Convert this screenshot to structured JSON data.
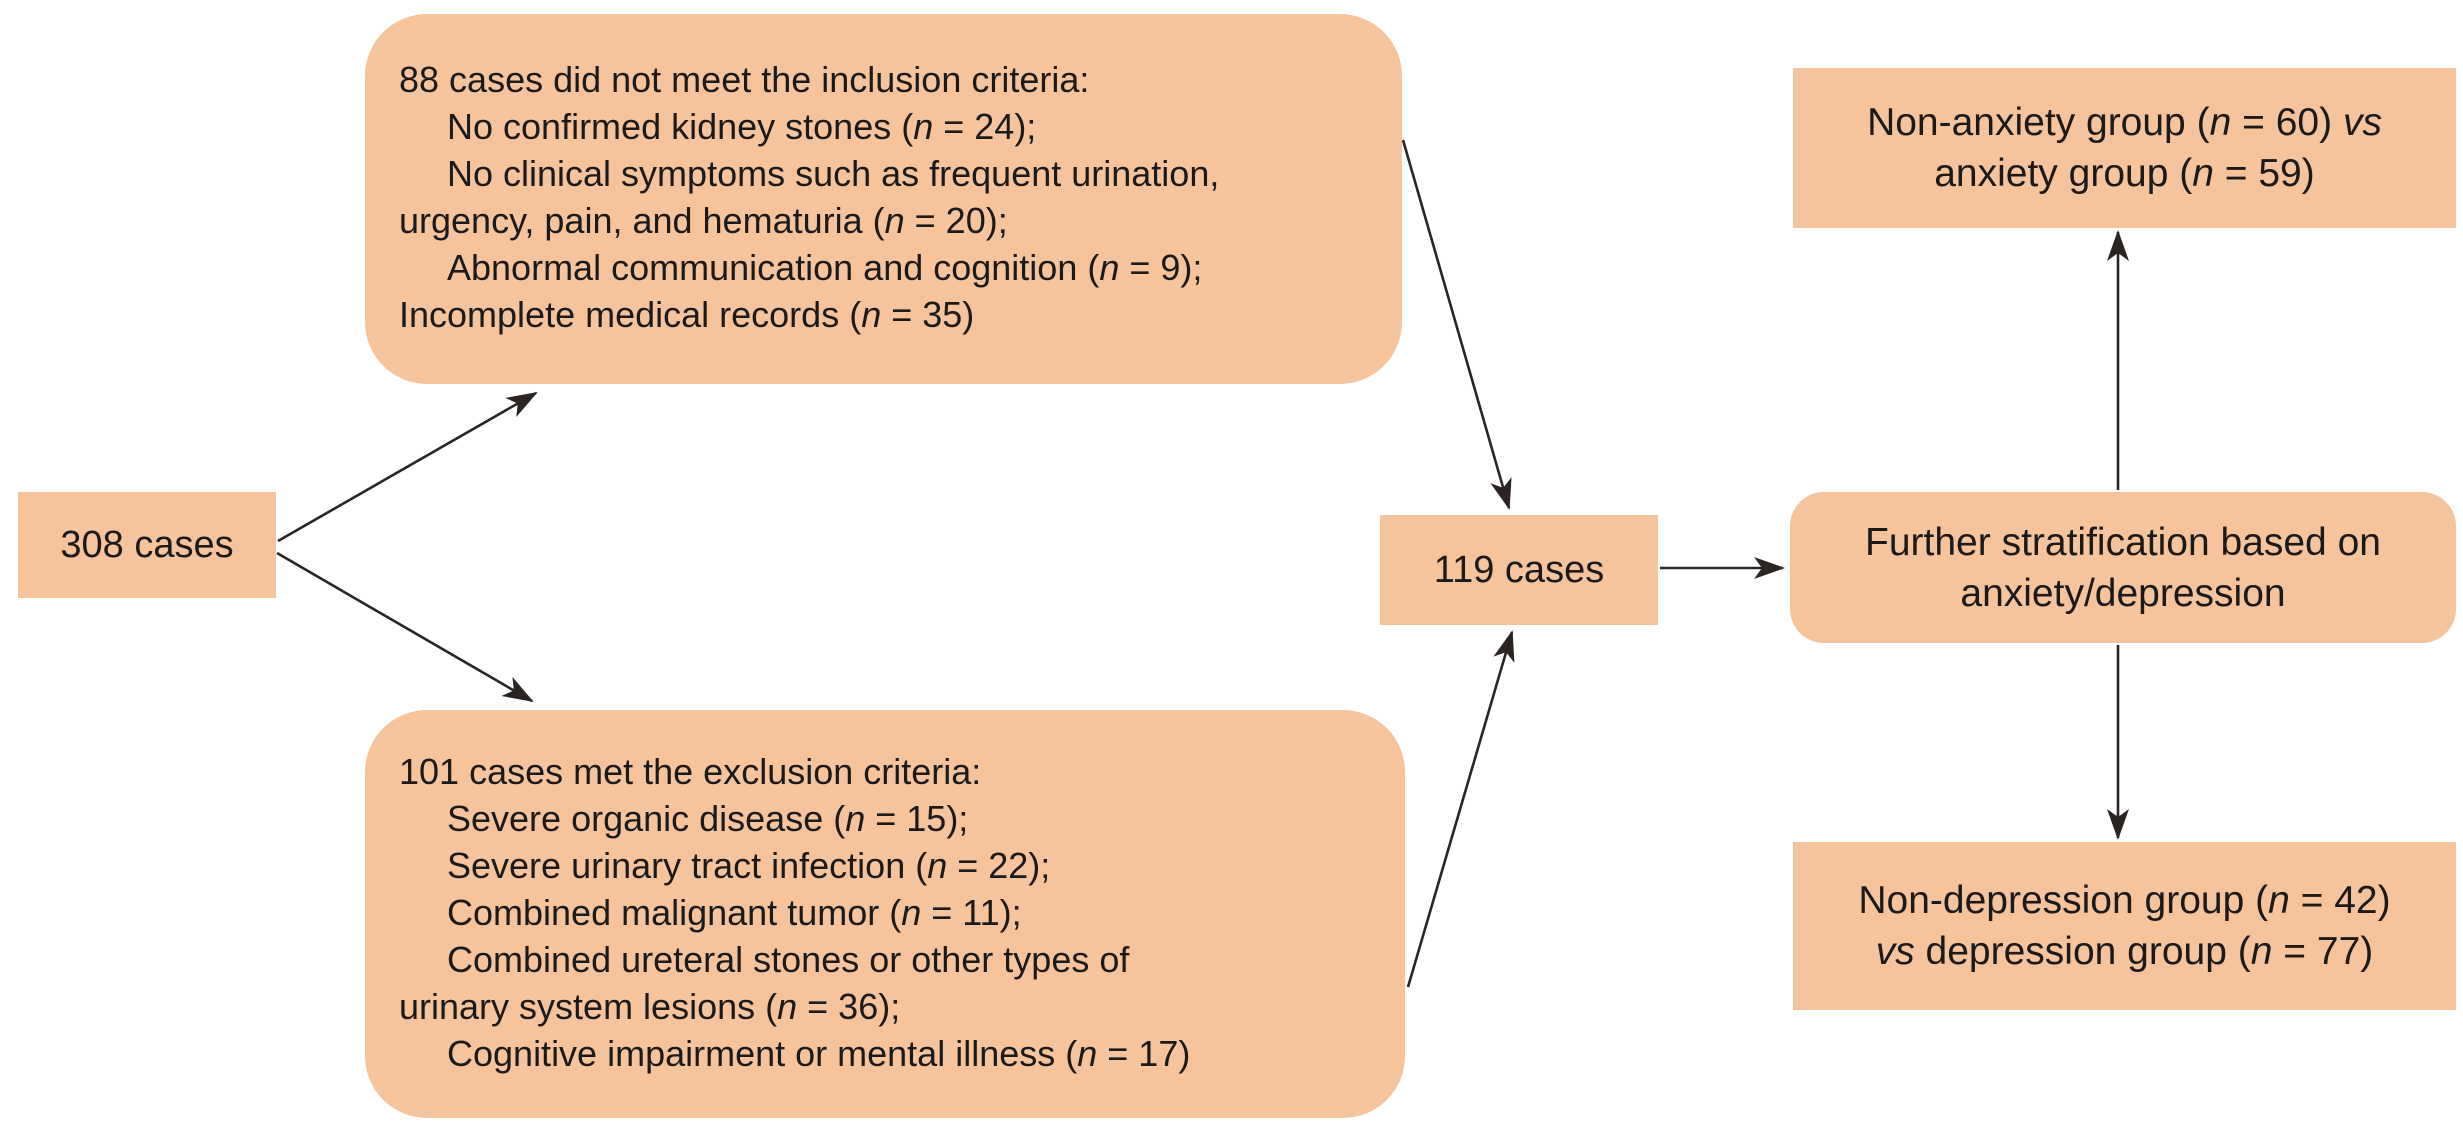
{
  "colors": {
    "box_fill": "#f5c49c",
    "text": "#1c1a19",
    "arrow": "#2a2422",
    "background": "#ffffff"
  },
  "nodes": {
    "cases_308": {
      "label": "308 cases"
    },
    "inclusion": {
      "lines": [
        {
          "indent": false,
          "segments": [
            {
              "text": "88 cases did not meet the inclusion criteria:"
            }
          ]
        },
        {
          "indent": true,
          "segments": [
            {
              "text": "No confirmed kidney stones ("
            },
            {
              "text": "n",
              "italic": true
            },
            {
              "text": " = 24);"
            }
          ]
        },
        {
          "indent": true,
          "segments": [
            {
              "text": "No clinical symptoms such as frequent urination,"
            }
          ]
        },
        {
          "indent": false,
          "segments": [
            {
              "text": "urgency, pain, and hematuria ("
            },
            {
              "text": "n",
              "italic": true
            },
            {
              "text": " = 20);"
            }
          ]
        },
        {
          "indent": true,
          "segments": [
            {
              "text": "Abnormal communication and cognition ("
            },
            {
              "text": "n",
              "italic": true
            },
            {
              "text": " = 9);"
            }
          ]
        },
        {
          "indent": false,
          "segments": [
            {
              "text": "Incomplete medical records ("
            },
            {
              "text": "n",
              "italic": true
            },
            {
              "text": " = 35)"
            }
          ]
        }
      ]
    },
    "exclusion": {
      "lines": [
        {
          "indent": false,
          "segments": [
            {
              "text": "101 cases met the exclusion criteria:"
            }
          ]
        },
        {
          "indent": true,
          "segments": [
            {
              "text": "Severe organic disease ("
            },
            {
              "text": "n",
              "italic": true
            },
            {
              "text": " = 15);"
            }
          ]
        },
        {
          "indent": true,
          "segments": [
            {
              "text": "Severe urinary tract infection ("
            },
            {
              "text": "n",
              "italic": true
            },
            {
              "text": " = 22);"
            }
          ]
        },
        {
          "indent": true,
          "segments": [
            {
              "text": "Combined malignant tumor ("
            },
            {
              "text": "n",
              "italic": true
            },
            {
              "text": " = 11);"
            }
          ]
        },
        {
          "indent": true,
          "segments": [
            {
              "text": "Combined ureteral stones or other types of"
            }
          ]
        },
        {
          "indent": false,
          "segments": [
            {
              "text": "urinary system lesions ("
            },
            {
              "text": "n",
              "italic": true
            },
            {
              "text": " = 36);"
            }
          ]
        },
        {
          "indent": true,
          "segments": [
            {
              "text": "Cognitive impairment or mental illness ("
            },
            {
              "text": "n",
              "italic": true
            },
            {
              "text": " = 17)"
            }
          ]
        }
      ]
    },
    "cases_119": {
      "label": "119 cases"
    },
    "stratification": {
      "lines": [
        {
          "indent": false,
          "segments": [
            {
              "text": "Further stratification based on"
            }
          ]
        },
        {
          "indent": false,
          "segments": [
            {
              "text": "anxiety/depression"
            }
          ]
        }
      ]
    },
    "anxiety": {
      "lines": [
        {
          "indent": false,
          "segments": [
            {
              "text": "Non-anxiety group ("
            },
            {
              "text": "n",
              "italic": true
            },
            {
              "text": " = 60) "
            },
            {
              "text": "vs",
              "italic": true
            }
          ]
        },
        {
          "indent": false,
          "segments": [
            {
              "text": "anxiety group ("
            },
            {
              "text": "n",
              "italic": true
            },
            {
              "text": " = 59)"
            }
          ]
        }
      ]
    },
    "depression": {
      "lines": [
        {
          "indent": false,
          "segments": [
            {
              "text": "Non-depression group ("
            },
            {
              "text": "n",
              "italic": true
            },
            {
              "text": " = 42)"
            }
          ]
        },
        {
          "indent": false,
          "segments": [
            {
              "text": "vs",
              "italic": true
            },
            {
              "text": " depression group ("
            },
            {
              "text": "n",
              "italic": true
            },
            {
              "text": " = 77)"
            }
          ]
        }
      ]
    }
  },
  "edges": [
    {
      "from": "cases_308",
      "to": "inclusion"
    },
    {
      "from": "cases_308",
      "to": "exclusion"
    },
    {
      "from": "inclusion",
      "to": "cases_119"
    },
    {
      "from": "exclusion",
      "to": "cases_119"
    },
    {
      "from": "cases_119",
      "to": "stratification"
    },
    {
      "from": "stratification",
      "to": "anxiety"
    },
    {
      "from": "stratification",
      "to": "depression"
    }
  ]
}
